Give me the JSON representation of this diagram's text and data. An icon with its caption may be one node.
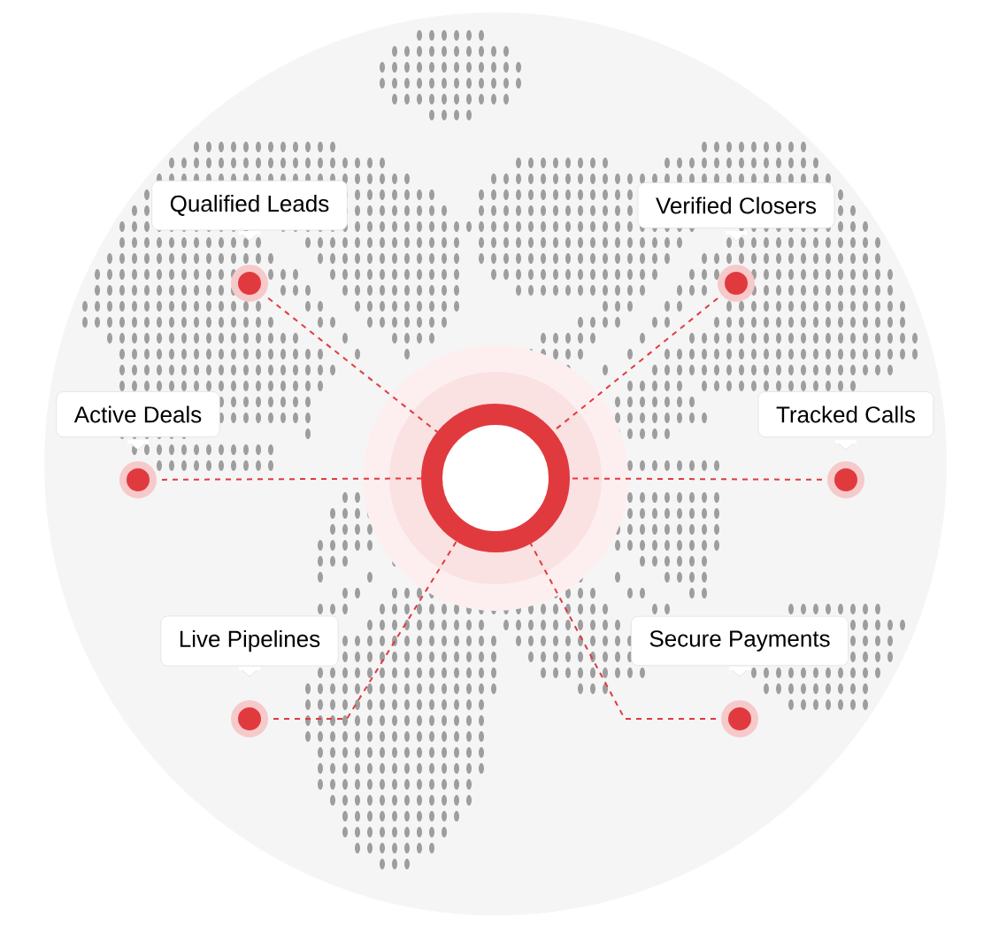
{
  "diagram": {
    "nodes": [
      {
        "text": [],
        "shape": "circle"
      },
      {
        "text": [
          "Qualified Leads"
        ]
      },
      {
        "text": [],
        "shape": "circle"
      },
      {
        "text": [
          "Verified Closers"
        ]
      },
      {
        "text": [],
        "shape": "circle"
      },
      {
        "text": [
          "Active Deals"
        ]
      },
      {
        "text": [],
        "shape": "circle"
      },
      {
        "text": [
          "Tracked Calls"
        ]
      },
      {
        "text": [],
        "shape": "circle"
      },
      {
        "text": [
          "Live Pipelines"
        ]
      },
      {
        "text": [],
        "shape": "circle"
      },
      {
        "text": [
          "Secure Payments"
        ]
      },
      {
        "text": [],
        "shape": "circle"
      }
    ],
    "edges": [
      {
        "from": 2,
        "to": 0,
        "arrow": "none",
        "style": "dashed"
      },
      {
        "from": 4,
        "to": 0,
        "arrow": "none",
        "style": "dashed"
      },
      {
        "from": 6,
        "to": 0,
        "arrow": "none",
        "style": "dashed"
      },
      {
        "from": 8,
        "to": 0,
        "arrow": "none",
        "style": "dashed"
      },
      {
        "from": 10,
        "to": 0,
        "arrow": "none",
        "style": "dashed"
      },
      {
        "from": 12,
        "to": 0,
        "arrow": "none",
        "style": "dashed"
      }
    ]
  }
}
